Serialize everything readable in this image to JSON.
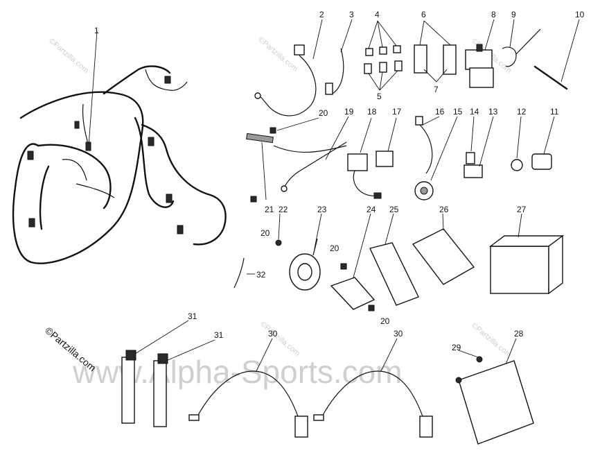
{
  "diagram": {
    "watermarks": {
      "site_main": "www.Alpha-Sports.com",
      "copyright": "©Partzilla.com",
      "small": "©Partzilla.com"
    },
    "callouts": {
      "c1": "1",
      "c2": "2",
      "c3": "3",
      "c4": "4",
      "c5": "5",
      "c6": "6",
      "c7": "7",
      "c8": "8",
      "c9": "9",
      "c10": "10",
      "c11": "11",
      "c12": "12",
      "c13": "13",
      "c14": "14",
      "c15": "15",
      "c16": "16",
      "c17": "17",
      "c18": "18",
      "c19": "19",
      "c20a": "20",
      "c20b": "20",
      "c20c": "20",
      "c20d": "20",
      "c21": "21",
      "c22": "22",
      "c23": "23",
      "c24": "24",
      "c25": "25",
      "c26": "26",
      "c27": "27",
      "c28": "28",
      "c29": "29",
      "c30a": "30",
      "c30b": "30",
      "c31a": "31",
      "c31b": "31",
      "c32": "32"
    }
  }
}
